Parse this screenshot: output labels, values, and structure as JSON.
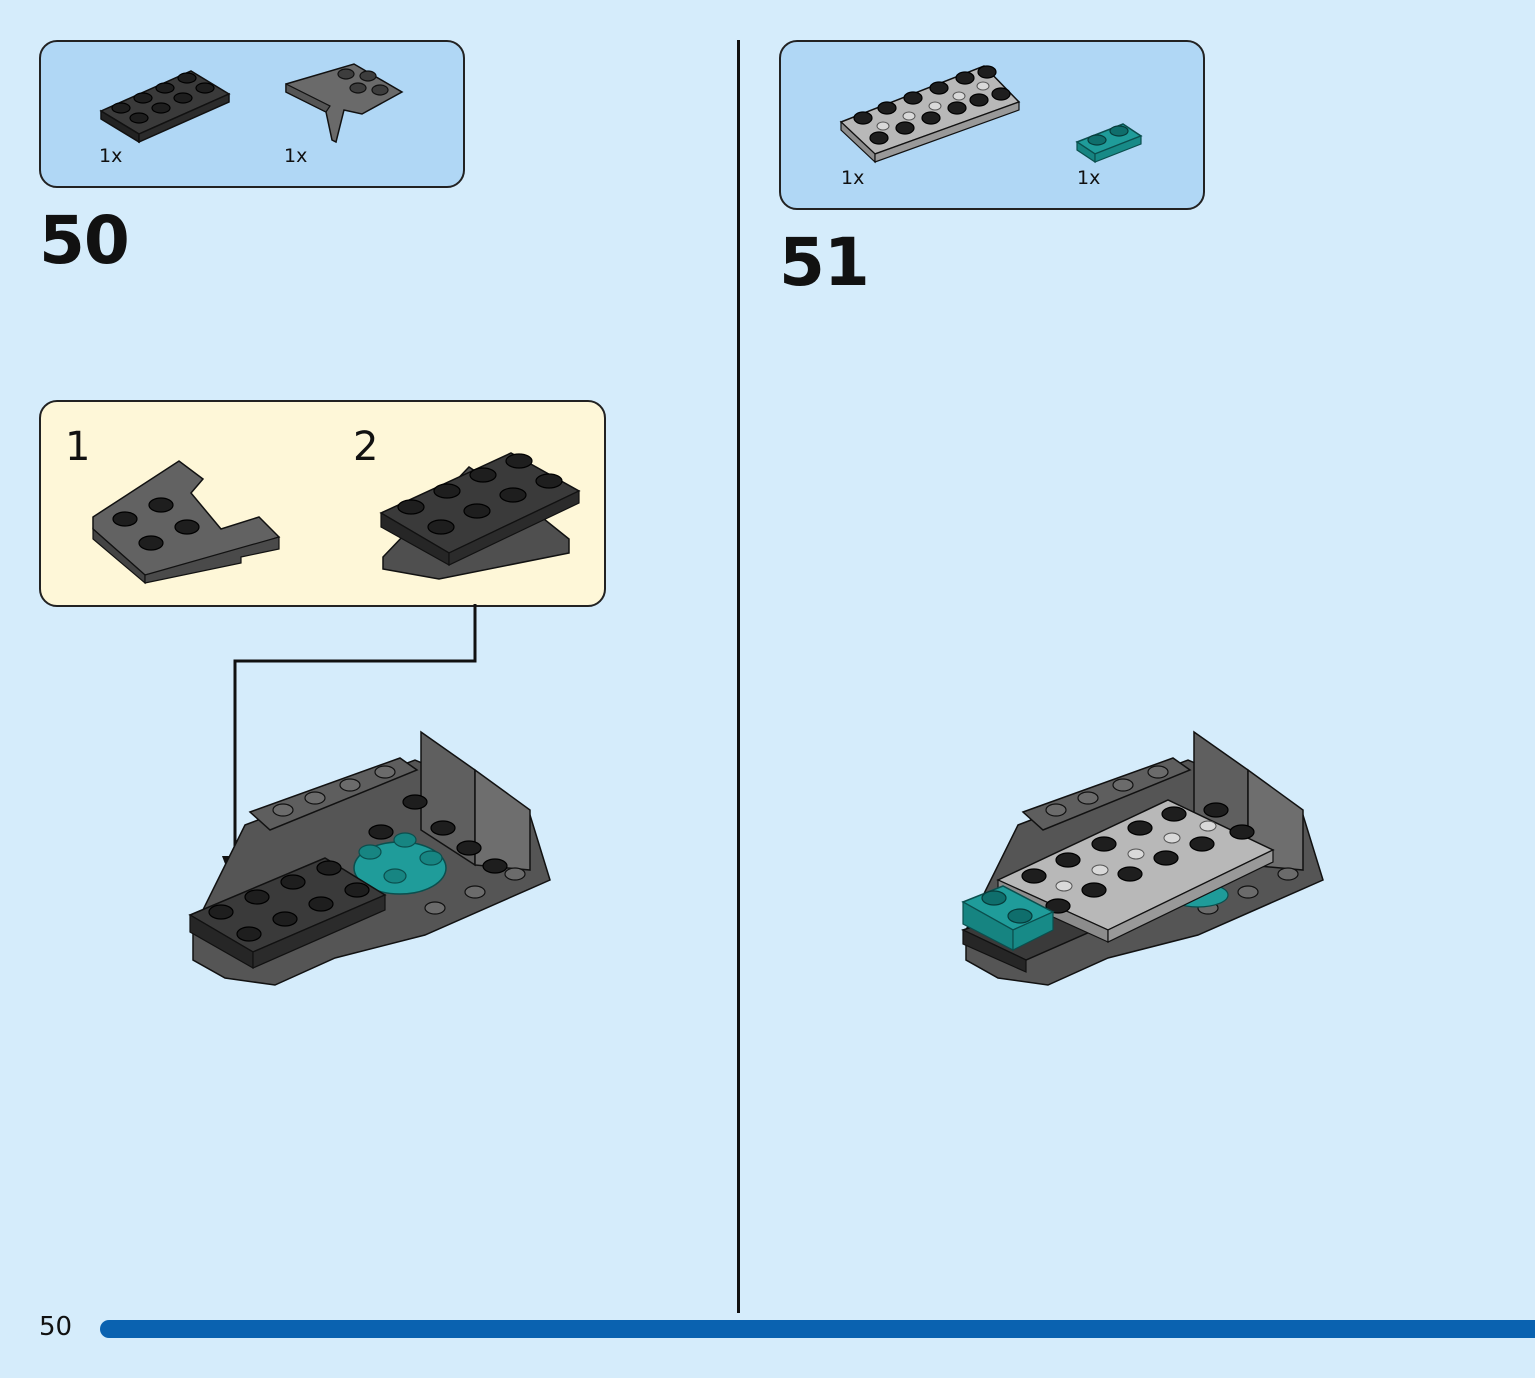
{
  "page": {
    "number": "50"
  },
  "steps": [
    {
      "number": "50",
      "parts": [
        {
          "qty": "1x",
          "icon": "black-plate-2x4-icon"
        },
        {
          "qty": "1x",
          "icon": "dark-grey-wedge-plate-icon"
        }
      ],
      "substeps": [
        {
          "number": "1",
          "icon": "wedge-plate-icon"
        },
        {
          "number": "2",
          "icon": "plate-on-wedge-icon"
        }
      ],
      "model_icon": "step-50-model-icon"
    },
    {
      "number": "51",
      "parts": [
        {
          "qty": "1x",
          "icon": "light-grey-technic-plate-icon"
        },
        {
          "qty": "1x",
          "icon": "teal-plate-1x2-icon"
        }
      ],
      "model_icon": "step-51-model-icon"
    }
  ],
  "colors": {
    "background": "#d5ecfb",
    "parts_box": "#b0d7f5",
    "substep_box": "#fef7d8",
    "progress_bar": "#0a62b0",
    "brick_black": "#2b2b2b",
    "brick_dark_grey": "#5b5b5b",
    "brick_light_grey": "#a9a9a9",
    "brick_teal": "#1f9c9a"
  }
}
